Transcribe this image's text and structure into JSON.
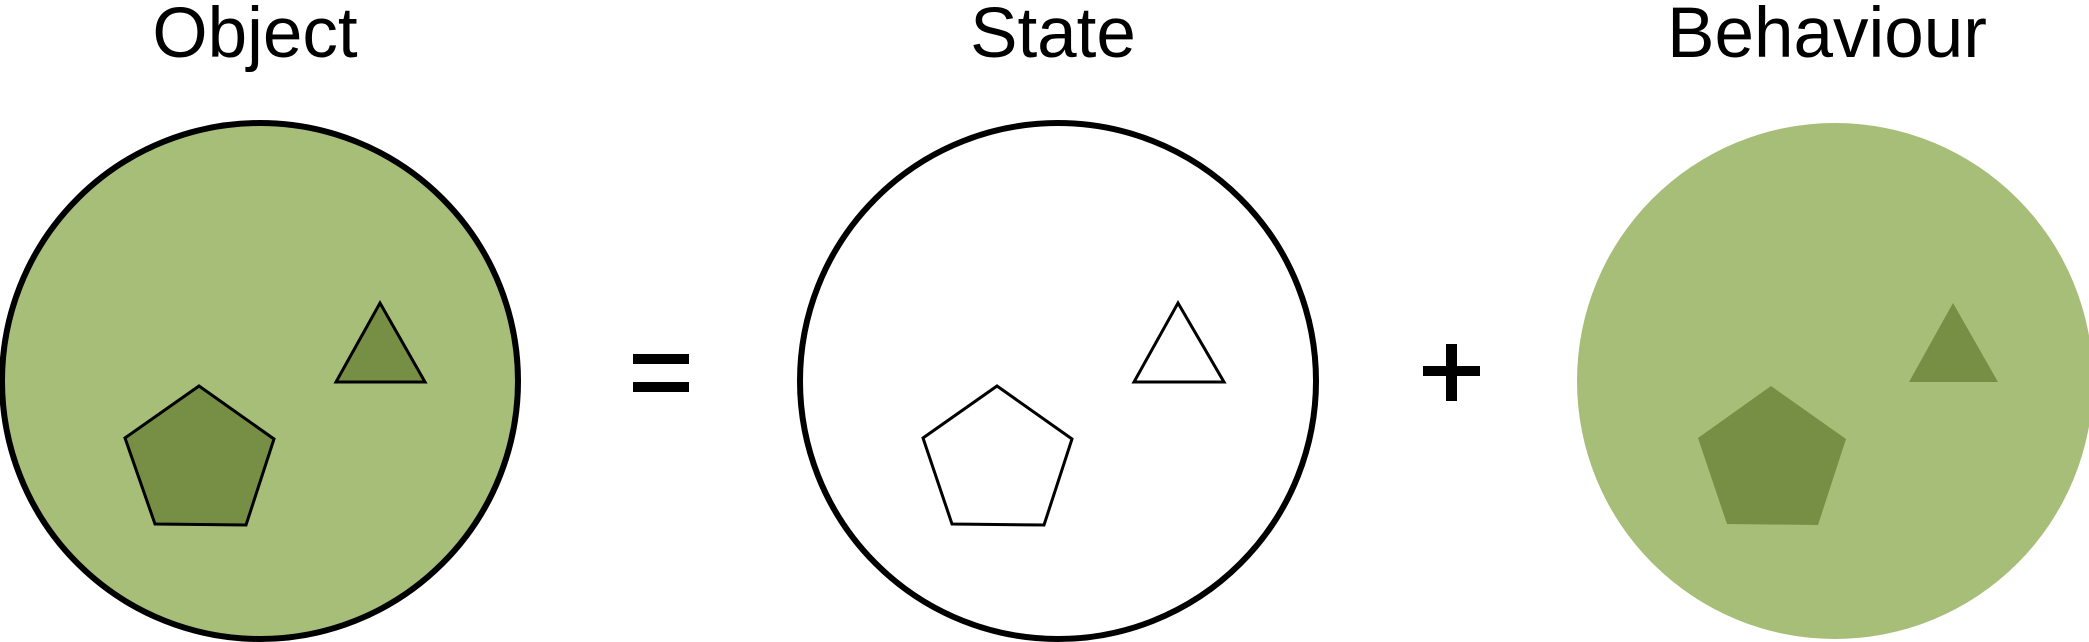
{
  "labels": {
    "object": "Object",
    "state": "State",
    "behaviour": "Behaviour",
    "equals": "=",
    "plus": "+"
  },
  "colors": {
    "circle_fill": "#a7be79",
    "shape_fill": "#778f45",
    "stroke": "#000000",
    "background": "#ffffff"
  }
}
